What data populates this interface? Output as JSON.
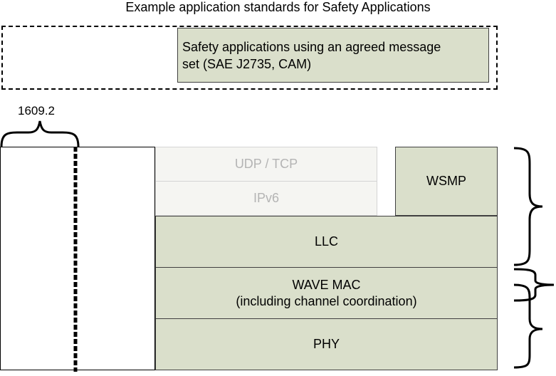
{
  "title": "Example application standards for Safety Applications",
  "app_box": {
    "line1": "Safety applications using an agreed message",
    "line2": "set (SAE J2735, CAM)"
  },
  "std_label": "1609.2",
  "layers": {
    "udp_tcp": "UDP / TCP",
    "ipv6": "IPv6",
    "wsmp": "WSMP",
    "llc": "LLC",
    "wave_mac": "WAVE MAC",
    "wave_mac_sub": "(including channel coordination)",
    "phy": "PHY"
  },
  "colors": {
    "layer_fill": "#dadfcb",
    "layer_border": "#404040",
    "faded_fill": "#f5f5f2",
    "faded_text": "#b4b4b4"
  }
}
